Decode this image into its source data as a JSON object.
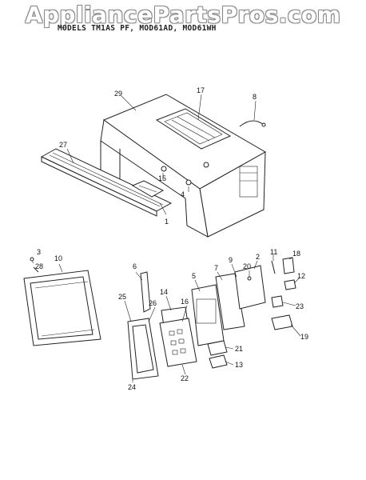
{
  "watermark": "AppliancePartsPros.com",
  "header": "MODELS TM1AS PF, MOD61AD, MOD61WH",
  "callouts": [
    "29",
    "17",
    "8",
    "27",
    "15",
    "4",
    "1",
    "3",
    "28",
    "10",
    "6",
    "25",
    "26",
    "24",
    "14",
    "16",
    "22",
    "5",
    "7",
    "9",
    "20",
    "2",
    "11",
    "18",
    "12",
    "23",
    "19",
    "21",
    "13"
  ]
}
